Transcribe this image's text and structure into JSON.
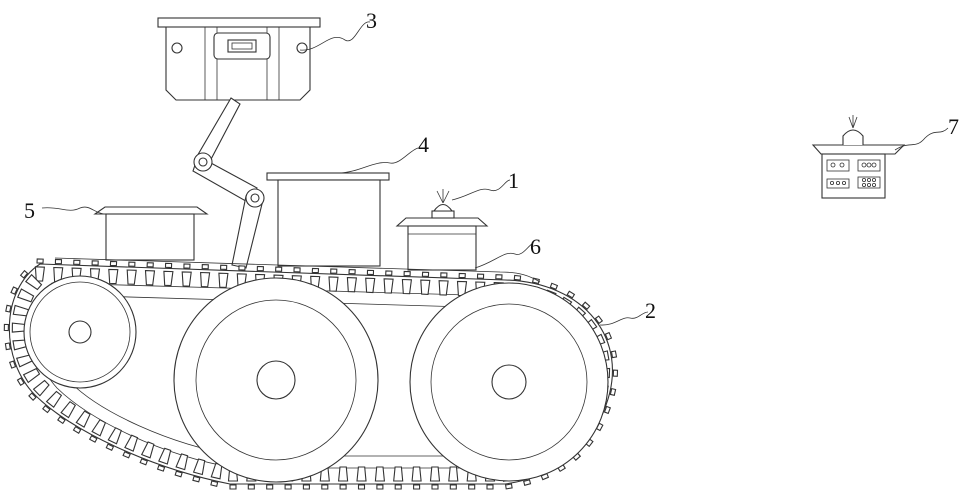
{
  "diagram": {
    "labels": {
      "item1": "1",
      "item2": "2",
      "item3": "3",
      "item4": "4",
      "item5": "5",
      "item6": "6",
      "item7": "7"
    }
  }
}
